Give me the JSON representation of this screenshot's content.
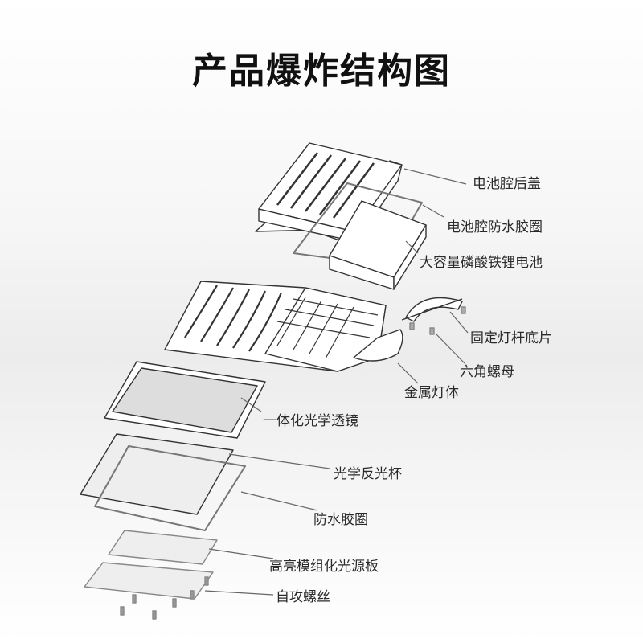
{
  "title": "产品爆炸结构图",
  "labels": {
    "battery_cover": "电池腔后盖",
    "battery_gasket": "电池腔防水胶圈",
    "battery": "大容量磷酸铁锂电池",
    "pole_bracket": "固定灯杆底片",
    "hex_nut": "六角螺母",
    "metal_body": "金属灯体",
    "optical_lens": "一体化光学透镜",
    "reflector_cup": "光学反光杯",
    "gasket": "防水胶圈",
    "led_board": "高亮模组化光源板",
    "screws": "自攻螺丝"
  }
}
